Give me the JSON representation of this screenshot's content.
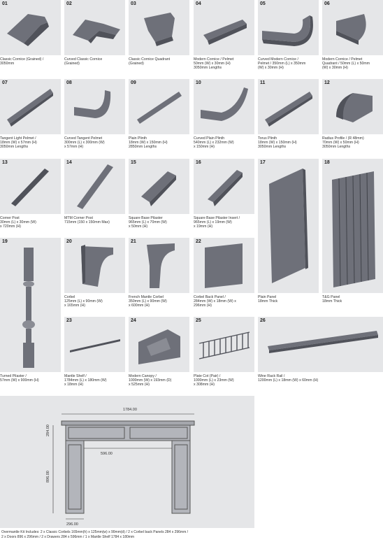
{
  "products": [
    {
      "num": "01",
      "lines": [
        "Classic Cornice (Grained) /",
        "3050mm"
      ]
    },
    {
      "num": "02",
      "lines": [
        "Curved Classic Cornice",
        "(Grained)"
      ]
    },
    {
      "num": "03",
      "lines": [
        "Classic Cornice Quadrant",
        "(Grained)"
      ]
    },
    {
      "num": "04",
      "lines": [
        "Modern Cornice / Pelmet",
        "50mm (W) x 30mm (H)",
        "3050mm Lengths"
      ]
    },
    {
      "num": "05",
      "lines": [
        "Curved Modern Cornice /",
        "Pelmet / 350mm (L) x 350mm",
        "(W) x 30mm (H)"
      ]
    },
    {
      "num": "06",
      "lines": [
        "Modern Cornice / Pelmet",
        "Quadrant / 50mm (L) x 50mm",
        "(W) x 30mm (H)"
      ]
    },
    {
      "num": "07",
      "lines": [
        "Tangent Light Pelmet /",
        "18mm (W) x 57mm (H)",
        "3050mm Lengths"
      ]
    },
    {
      "num": "08",
      "lines": [
        "Curved Tangent Pelmet",
        "300mm (L) x 300mm (W)",
        "x 57mm (H)"
      ]
    },
    {
      "num": "09",
      "lines": [
        "Plain Plinth",
        "18mm (W) x 150mm (H)",
        "2850mm Lengths"
      ]
    },
    {
      "num": "10",
      "lines": [
        "Curved Plain Plinth",
        "540mm (L) x 232mm (W)",
        "x 150mm (H)"
      ]
    },
    {
      "num": "11",
      "lines": [
        "Torus Plinth",
        "18mm (W) x 150mm (H)",
        "3050mm Lengths"
      ]
    },
    {
      "num": "12",
      "lines": [
        "Radius Profile / (R 48mm)",
        "70mm (W) x 50mm (H)",
        "3050mm Lengths"
      ]
    },
    {
      "num": "13",
      "lines": [
        "Corner Post",
        "30mm (L) x 30mm (W)",
        "x 720mm (H)"
      ]
    },
    {
      "num": "14",
      "lines": [
        "MTM Corner Post",
        "715mm (150 x 150mm Max)"
      ]
    },
    {
      "num": "15",
      "lines": [
        "Square Base Pilaster",
        "965mm (L) x 70mm (W)",
        "x 50mm (H)"
      ]
    },
    {
      "num": "16",
      "lines": [
        "Square Base Pilaster Insert /",
        "965mm (L) x 19mm (W)",
        "x 19mm (H)"
      ]
    },
    {
      "num": "17",
      "lines": [
        "Plain Panel",
        "18mm Thick"
      ]
    },
    {
      "num": "18",
      "lines": [
        "T&G Panel",
        "18mm Thick"
      ]
    },
    {
      "num": "19",
      "lines": [
        "Turned Pilaster /",
        "57mm (W) x 900mm (H)"
      ]
    },
    {
      "num": "20",
      "lines": [
        "Corbel",
        "125mm (L) x 90mm (W)",
        "x 165mm (H)"
      ]
    },
    {
      "num": "21",
      "lines": [
        "French Mantle Corbel",
        "350mm (L) x 90mm (W)",
        "x 600mm (H)"
      ]
    },
    {
      "num": "22",
      "lines": [
        "Corbel Back Panel /",
        "284mm (W) x 18mm (W) x",
        "296mm (H)"
      ]
    },
    {
      "num": "23",
      "lines": [
        "Mantle Shelf /",
        "1784mm (L) x 180mm (W)",
        "x 18mm (H)"
      ]
    },
    {
      "num": "24",
      "lines": [
        "Modern Canopy /",
        "1000mm (W) x 193mm (D)",
        "x 525mm (H)"
      ]
    },
    {
      "num": "25",
      "lines": [
        "Plate Cot (Pair) /",
        "1000mm (L) x 23mm (W)",
        "x 308mm (H)"
      ]
    },
    {
      "num": "26",
      "lines": [
        "Wine Rack Rail /",
        "1200mm (L) x 18mm (W) x 60mm (H)"
      ]
    }
  ],
  "diagram": {
    "width_label": "1784.00",
    "height_top_label": "284.00",
    "opening_label": "596.00",
    "height_label": "896.00",
    "leg_label": "296.00"
  },
  "footer": {
    "line1": "Overmantle Kit Includes: 2 x Classic Corbels 165mm(h) x 125mm(w) x 90mm(d) / 2 x Corbel back Panels 284 x 296mm /",
    "line2": "2 x Doors 896 x 296mm / 2 x Drawers 284 x 596mm / 1 x Mantle Shelf 1784 x 180mm"
  }
}
